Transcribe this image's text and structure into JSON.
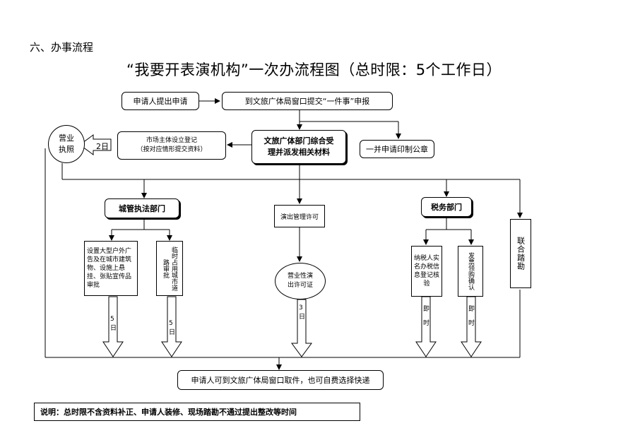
{
  "heading": "六、办事流程",
  "title": "“我要开表演机构”一次办流程图（总时限：5个工作日）",
  "nodes": {
    "applicant_submit": "申请人提出申请",
    "window_submit": "到文旅广体局窗口提交“一件事”申报",
    "business_license": "营业\n执照",
    "market_registration": "市场主体设立登记\n（按对应情形提交资料）",
    "reception": "文旅广体部门综合受\n理并派发相关材料",
    "seal_application": "一并申请印制公章",
    "urban_dept": "城管执法部门",
    "performance_permit": "演出管理许可",
    "tax_dept": "税务部门",
    "joint_inspection": "联合踏勘",
    "outdoor_ad_approval": "设置大型户外广告及在城市建筑物、设施上悬挂、张贴宣传品审批",
    "road_occupation": "临时占用城市道路审批",
    "performance_license": "营业性演\n出许可证",
    "taxpayer_verification": "纳税人实名办税信息登记核验",
    "invoice": "发票领购确认",
    "collect": "申请人可到文旅广体局窗口取件，也可自费选择快递"
  },
  "labels": {
    "two_days": "2日",
    "five_days_a": "5\n日",
    "five_days_b": "5\n日",
    "three_days": "3\n日",
    "immediate_a": "即\n时",
    "immediate_b": "即\n时"
  },
  "note": "说明：总时限不含资料补正、申请人装修、现场踏勘不通过提出整改等时间"
}
